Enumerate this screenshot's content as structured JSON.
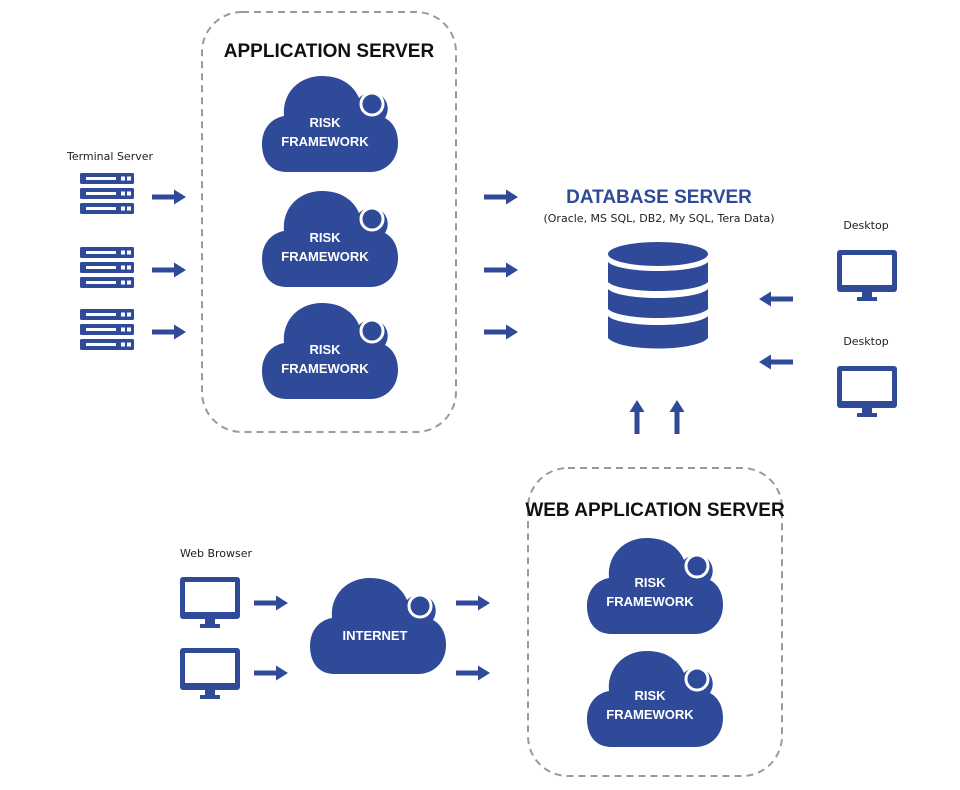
{
  "colors": {
    "primary": "#2f4a98",
    "box_border": "#9a9a9a",
    "text": "#222222"
  },
  "application_server": {
    "title": "APPLICATION SERVER",
    "clouds": [
      {
        "line1": "RISK",
        "line2": "FRAMEWORK"
      },
      {
        "line1": "RISK",
        "line2": "FRAMEWORK"
      },
      {
        "line1": "RISK",
        "line2": "FRAMEWORK"
      }
    ]
  },
  "terminal_server": {
    "label": "Terminal Server",
    "icon": "server-rack-icon"
  },
  "database_server": {
    "title": "DATABASE SERVER",
    "subtitle": "(Oracle, MS SQL, DB2, My SQL, Tera Data)",
    "icon": "database-icon"
  },
  "desktops": [
    {
      "label": "Desktop",
      "icon": "monitor-icon"
    },
    {
      "label": "Desktop",
      "icon": "monitor-icon"
    }
  ],
  "web_browser": {
    "label": "Web Browser",
    "icon": "monitor-icon"
  },
  "internet": {
    "label": "INTERNET"
  },
  "web_application_server": {
    "title": "WEB APPLICATION SERVER",
    "clouds": [
      {
        "line1": "RISK",
        "line2": "FRAMEWORK"
      },
      {
        "line1": "RISK",
        "line2": "FRAMEWORK"
      }
    ]
  }
}
